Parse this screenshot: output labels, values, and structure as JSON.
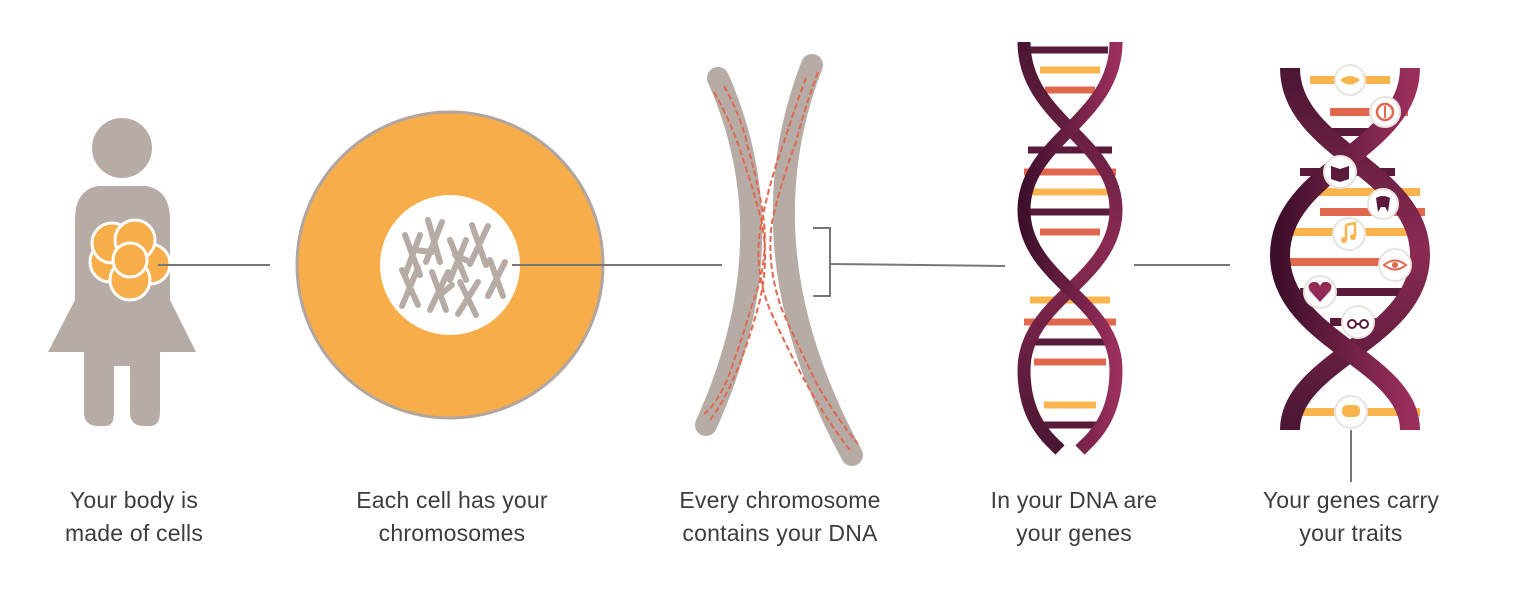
{
  "steps": [
    {
      "line1": "Your body is",
      "line2": "made of cells"
    },
    {
      "line1": "Each cell has your",
      "line2": "chromosomes"
    },
    {
      "line1": "Every chromosome",
      "line2": "contains your DNA"
    },
    {
      "line1": "In your DNA are",
      "line2": "your genes"
    },
    {
      "line1": "Your genes carry",
      "line2": "your traits"
    }
  ],
  "icons": [
    "lips-icon",
    "food-icon",
    "book-icon",
    "tooth-icon",
    "music-note-icon",
    "eye-icon",
    "heart-rate-icon",
    "glasses-icon",
    "speech-bubble-icon"
  ],
  "colors": {
    "body_gray": "#b7aca5",
    "cell_orange": "#f7ad4a",
    "dna_orange": "#e0684f",
    "helix_dark": "#5a1a3a",
    "helix_mid": "#932a55",
    "rung_yellow": "#f8b44d",
    "connector": "#777777"
  }
}
